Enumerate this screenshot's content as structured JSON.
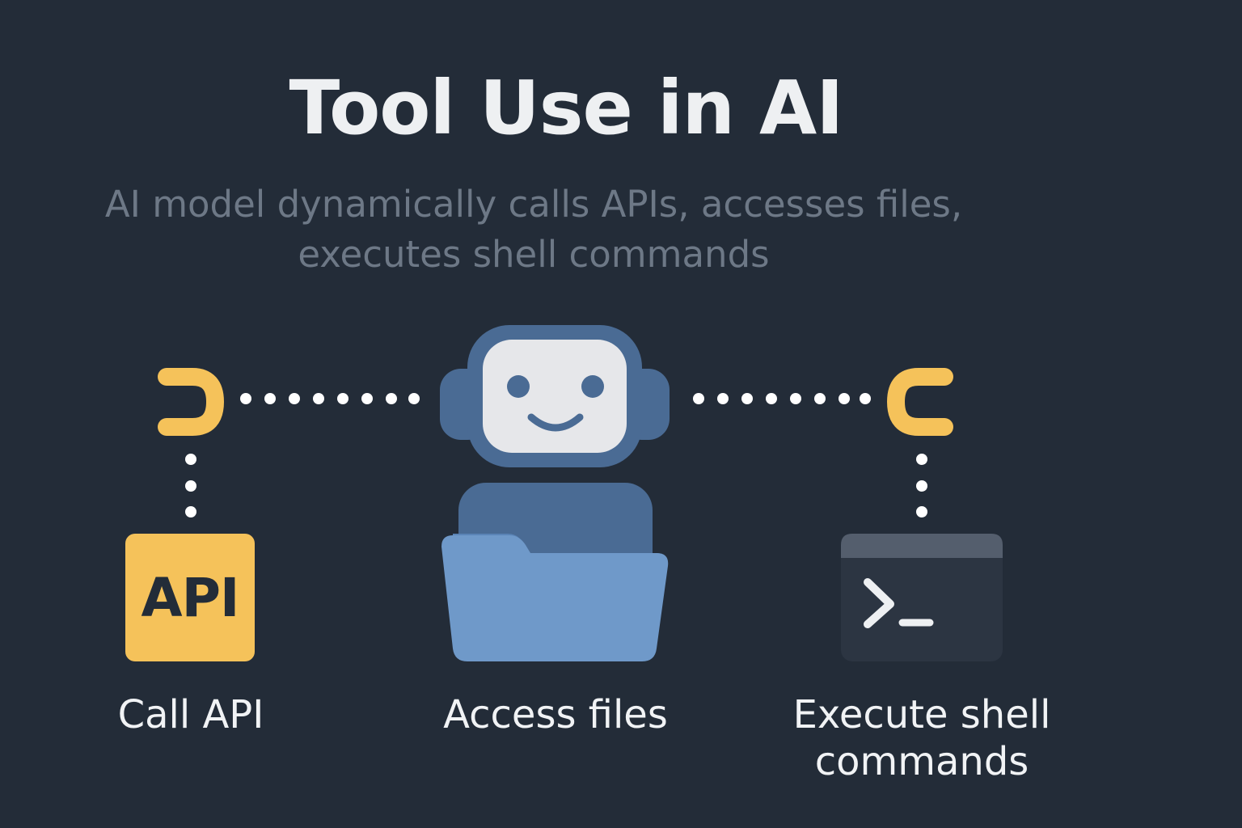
{
  "header": {
    "title": "Tool Use in AI",
    "subtitle_line1": "AI model dynamically calls APIs, accesses files,",
    "subtitle_line2": "executes shell commands"
  },
  "tools": [
    {
      "id": "api",
      "icon": "api-badge-icon",
      "badge_text": "API",
      "label_line1": "Call API",
      "label_line2": ""
    },
    {
      "id": "files",
      "icon": "folder-icon",
      "label_line1": "Access files",
      "label_line2": ""
    },
    {
      "id": "shell",
      "icon": "terminal-icon",
      "label_line1": "Execute shell",
      "label_line2": "commands"
    }
  ],
  "center": {
    "icon": "robot-icon"
  },
  "colors": {
    "background": "#232c38",
    "accent_yellow": "#f5c25a",
    "robot_blue": "#4a6b94",
    "robot_face": "#e6e7ea",
    "folder_blue": "#6f99c9",
    "terminal_body": "#2c3542",
    "terminal_bar": "#545e6d",
    "dots": "#ffffff"
  }
}
